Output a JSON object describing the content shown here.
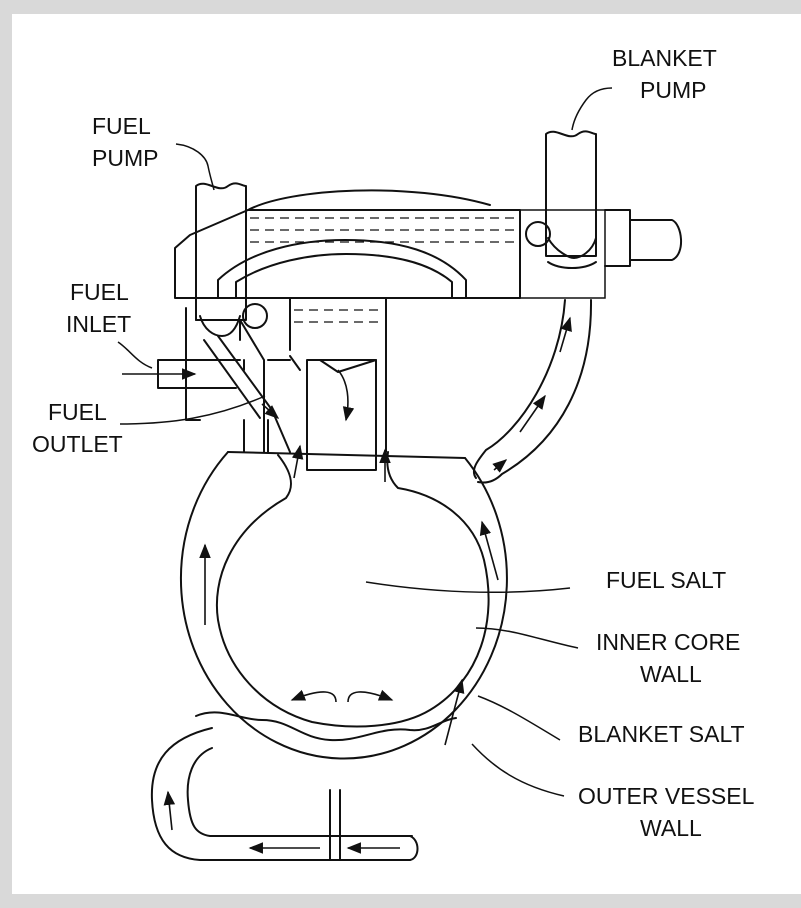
{
  "labels": {
    "blanket_pump_1": "BLANKET",
    "blanket_pump_2": "PUMP",
    "fuel_pump_1": "FUEL",
    "fuel_pump_2": "PUMP",
    "fuel_inlet_1": "FUEL",
    "fuel_inlet_2": "INLET",
    "fuel_outlet_1": "FUEL",
    "fuel_outlet_2": "OUTLET",
    "fuel_salt": "FUEL SALT",
    "inner_core_wall_1": "INNER CORE",
    "inner_core_wall_2": "WALL",
    "blanket_salt": "BLANKET SALT",
    "outer_vessel_wall_1": "OUTER VESSEL",
    "outer_vessel_wall_2": "WALL"
  }
}
